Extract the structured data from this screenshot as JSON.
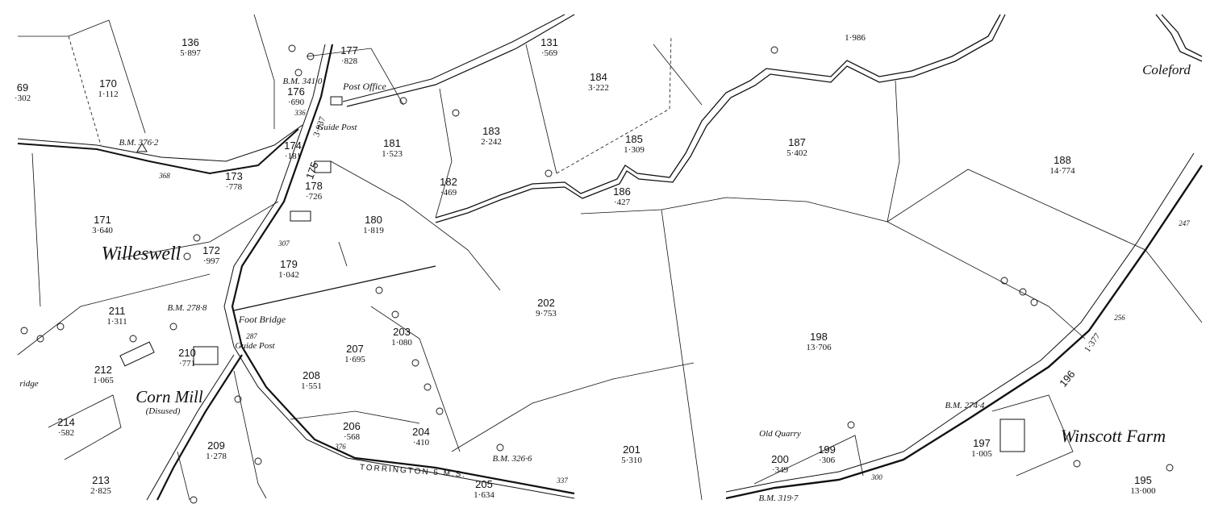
{
  "parcels": [
    {
      "id": "136",
      "area": "5·897"
    },
    {
      "id": "170",
      "area": "1·112"
    },
    {
      "id": "69",
      "area": "·302"
    },
    {
      "id": "171",
      "area": "3·640"
    },
    {
      "id": "173",
      "area": "·778"
    },
    {
      "id": "174",
      "area": "·181"
    },
    {
      "id": "176",
      "area": "·690"
    },
    {
      "id": "177",
      "area": "·828"
    },
    {
      "id": "178",
      "area": "·726"
    },
    {
      "id": "180",
      "area": "1·819"
    },
    {
      "id": "181",
      "area": "1·523"
    },
    {
      "id": "182",
      "area": "·469"
    },
    {
      "id": "183",
      "area": "2·242"
    },
    {
      "id": "184",
      "area": "3·222"
    },
    {
      "id": "131",
      "area": "·569"
    },
    {
      "id": "185",
      "area": "1·309"
    },
    {
      "id": "186",
      "area": "·427"
    },
    {
      "id": "187",
      "area": "5·402"
    },
    {
      "id": "188",
      "area": "14·774"
    },
    {
      "id": "172",
      "area": "·997"
    },
    {
      "id": "179",
      "area": "1·042"
    },
    {
      "id": "211",
      "area": "1·311"
    },
    {
      "id": "210",
      "area": "·771"
    },
    {
      "id": "212",
      "area": "1·065"
    },
    {
      "id": "213",
      "area": "2·825"
    },
    {
      "id": "214",
      "area": "·582"
    },
    {
      "id": "209",
      "area": "1·278"
    },
    {
      "id": "208",
      "area": "1·551"
    },
    {
      "id": "207",
      "area": "1·695"
    },
    {
      "id": "206",
      "area": "·568"
    },
    {
      "id": "205",
      "area": "1·634"
    },
    {
      "id": "204",
      "area": "·410"
    },
    {
      "id": "203",
      "area": "1·080"
    },
    {
      "id": "202",
      "area": "9·753"
    },
    {
      "id": "201",
      "area": "5·310"
    },
    {
      "id": "198",
      "area": "13·706"
    },
    {
      "id": "200",
      "area": "·349"
    },
    {
      "id": "199",
      "area": "·306"
    },
    {
      "id": "197",
      "area": "1·005"
    },
    {
      "id": "195",
      "area": "13·000"
    },
    {
      "id": "",
      "area": "1·986"
    }
  ],
  "road_parcels": {
    "p175": "175",
    "p175_area": "3·937",
    "p196": "196",
    "p196_area": "1·377"
  },
  "places": {
    "willeswell": "Willeswell",
    "corn_mill": "Corn Mill",
    "disused": "(Disused)",
    "winscott": "Winscott Farm",
    "coleford": "Coleford"
  },
  "annotations": {
    "post_office": "Post Office",
    "guide_post_1": "Guide Post",
    "guide_post_2": "Guide Post",
    "foot_bridge": "Foot Bridge",
    "old_quarry": "Old Quarry",
    "bridge": "ridge",
    "torrington": "TORRINGTON 5 M.S."
  },
  "benchmarks": [
    "B.M. 341·0",
    "B.M. 376·2",
    "B.M. 278·8",
    "B.M. 326·6",
    "B.M. 274·4",
    "B.M. 319·7"
  ],
  "spot_heights": [
    "368",
    "336",
    "307",
    "287",
    "376",
    "337",
    "300",
    "256",
    "247"
  ]
}
